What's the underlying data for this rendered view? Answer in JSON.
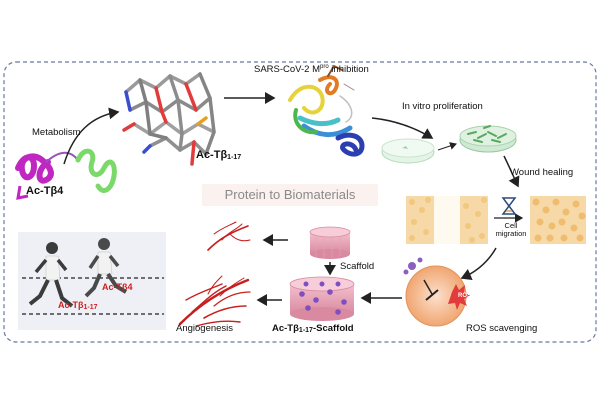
{
  "title": "Protein to Biomaterials",
  "labels": {
    "metabolism": "Metabolism",
    "ac_tb4_main": "Ac-Tβ4",
    "ac_tb117_main": "Ac-Tβ",
    "ac_tb117_sub": "1-17",
    "sars_pre": "SARS-CoV-2 M",
    "sars_sup": "pro",
    "sars_post": " inhibition",
    "in_vitro": "In vitro proliferation",
    "wound_healing": "Wound healing",
    "cell_migration_1": "Cell",
    "cell_migration_2": "migration",
    "ros_badge": "ROS",
    "ros_scavenging": "ROS scavenging",
    "scaffold": "Scaffold",
    "scaffold_ac_pre": "Ac-Tβ",
    "scaffold_ac_sub": "1-17",
    "scaffold_ac_post": "-Scaffold",
    "angiogenesis": "Angiogenesis",
    "runner_ac_tb4": "Ac-Tβ4",
    "runner_ac_tb117": "Ac-Tβ",
    "runner_ac_tb117_sub": "1-17"
  },
  "colors": {
    "border": "#6a78a3",
    "helix_magenta": "#c026c0",
    "helix_green": "#7bd96a",
    "vessel_red": "#c81e1e",
    "scaffold_pink": "#e8a3b5",
    "ros_orange": "#f0a672",
    "wound_tan": "#f6d9a6",
    "cell_green": "#86c98a",
    "accent_red": "#d21d1d"
  }
}
